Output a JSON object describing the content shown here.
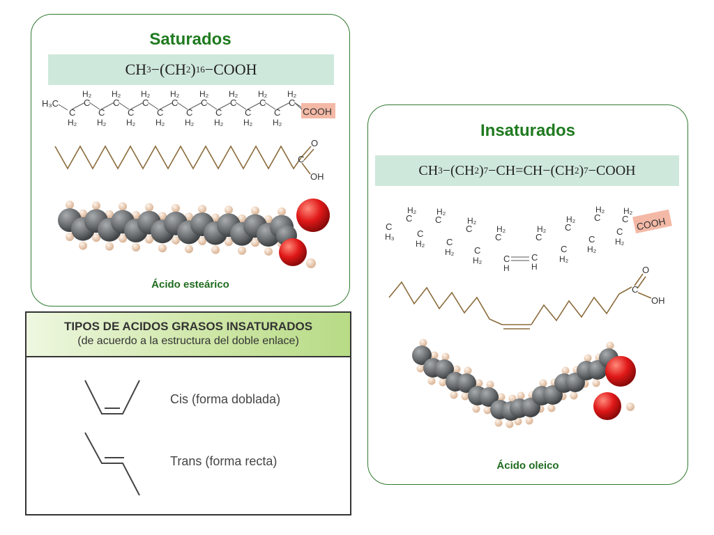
{
  "saturados": {
    "title": "Saturados",
    "formula": {
      "part1": "CH",
      "sub1": "3",
      "part2": "−(CH",
      "sub2": "2",
      "part3": ")",
      "sub3": "16",
      "part4": "−COOH"
    },
    "structure": {
      "h3c": "H₃C",
      "h2": "H₂",
      "c": "C",
      "cooh": "COOH",
      "o": "O",
      "oh": "OH"
    },
    "caption": "Ácido esteárico"
  },
  "insaturados": {
    "title": "Insaturados",
    "formula": {
      "part1": "CH",
      "sub1": "3",
      "part2": "−(CH",
      "sub2": "2",
      "part3": ")",
      "sub3": "7",
      "part4": "−CH=CH−(CH",
      "sub4": "2",
      "part5": ")",
      "sub5": "7",
      "part6": "−COOH"
    },
    "structure": {
      "h3": "H₃",
      "h2": "H₂",
      "c": "C",
      "h": "H",
      "cooh": "COOH",
      "o": "O",
      "oh": "OH"
    },
    "caption": "Ácido oleico"
  },
  "tipos": {
    "title": "TIPOS DE ACIDOS GRASOS INSATURADOS",
    "subtitle": "(de acuerdo a la estructura del doble enlace)",
    "cis_label": "Cis (forma doblada)",
    "trans_label": "Trans (forma recta)"
  },
  "colors": {
    "panel_border": "#2f7a2f",
    "title_green": "#1f7a1f",
    "formula_bg": "#cfe8dc",
    "cooh_highlight": "#f4b9a6",
    "chain_line": "#8a6a3a",
    "carbon_atom": "#6b6e70",
    "hydrogen_atom": "#efcfb8",
    "oxygen_atom": "#dd1a1a"
  }
}
